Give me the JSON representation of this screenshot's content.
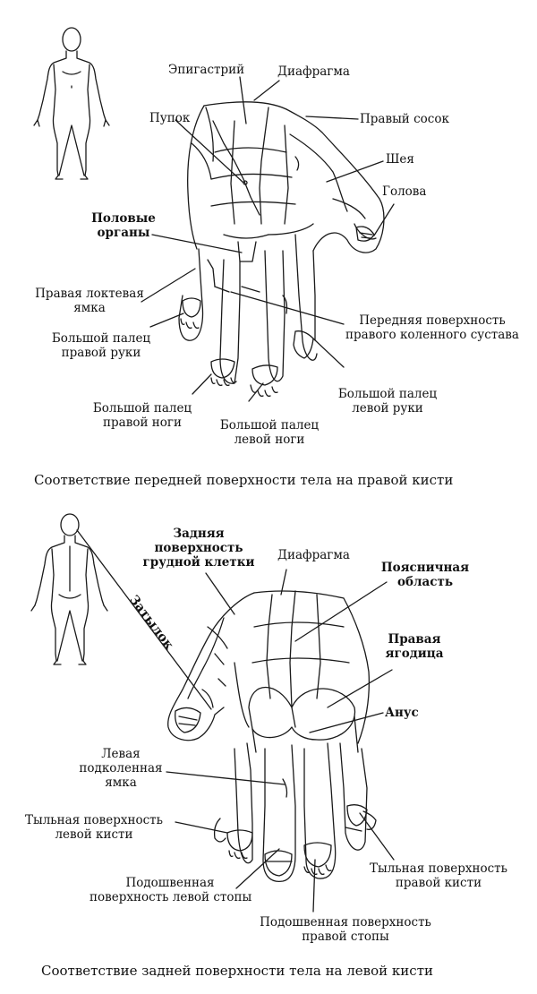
{
  "front": {
    "labels": {
      "epigastrium": "Эпигастрий",
      "diaphragm": "Диафрагма",
      "navel": "Пупок",
      "right_nipple": "Правый сосок",
      "neck": "Шея",
      "head": "Голова",
      "genitals_1": "Половые",
      "genitals_2": "органы",
      "right_elbow_1": "Правая локтевая",
      "right_elbow_2": "ямка",
      "knee_1": "Передняя поверхность",
      "knee_2": "правого коленного сустава",
      "thumb_right_hand_1": "Большой палец",
      "thumb_right_hand_2": "правой руки",
      "thumb_left_hand_1": "Большой палец",
      "thumb_left_hand_2": "левой руки",
      "big_toe_right_1": "Большой палец",
      "big_toe_right_2": "правой ноги",
      "big_toe_left_1": "Большой палец",
      "big_toe_left_2": "левой ноги"
    },
    "caption": "Соответствие передней поверхности тела на правой кисти"
  },
  "back": {
    "labels": {
      "back_chest_1": "Задняя",
      "back_chest_2": "поверхность",
      "back_chest_3": "грудной клетки",
      "diaphragm": "Диафрагма",
      "lumbar_1": "Поясничная",
      "lumbar_2": "область",
      "occiput": "Затылок",
      "right_buttock_1": "Правая",
      "right_buttock_2": "ягодица",
      "anus": "Анус",
      "popliteal_1": "Левая",
      "popliteal_2": "подколенная",
      "popliteal_3": "ямка",
      "back_left_hand_1": "Тыльная поверхность",
      "back_left_hand_2": "левой кисти",
      "back_right_hand_1": "Тыльная поверхность",
      "back_right_hand_2": "правой кисти",
      "sole_left_1": "Подошвенная",
      "sole_left_2": "поверхность левой стопы",
      "sole_right_1": "Подошвенная поверхность",
      "sole_right_2": "правой стопы"
    },
    "caption": "Соответствие задней поверхности тела на левой кисти"
  }
}
